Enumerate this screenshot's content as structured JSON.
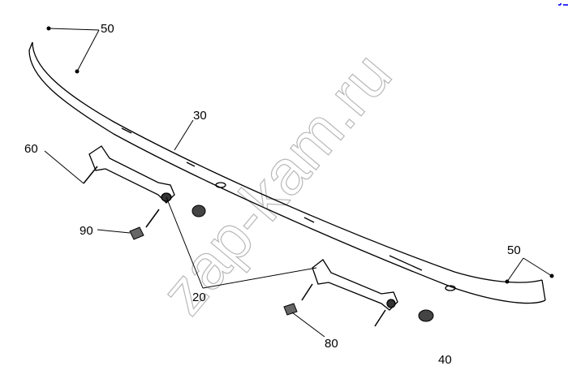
{
  "diagram": {
    "callouts": [
      {
        "id": "c50a",
        "label": "50"
      },
      {
        "id": "c30",
        "label": "30"
      },
      {
        "id": "c60",
        "label": "60"
      },
      {
        "id": "c90",
        "label": "90"
      },
      {
        "id": "c20",
        "label": "20"
      },
      {
        "id": "c50b",
        "label": "50"
      },
      {
        "id": "c80",
        "label": "80"
      },
      {
        "id": "c40",
        "label": "40"
      }
    ],
    "watermark": "zap-kam.ru",
    "colors": {
      "line": "#000000",
      "watermark": "#b8b8b8",
      "corner_mark": "#3333ff"
    }
  }
}
